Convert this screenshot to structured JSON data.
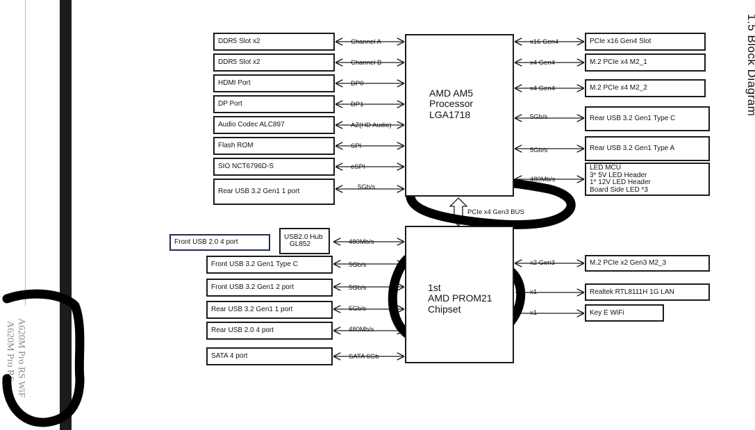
{
  "title": "1.5 Block Diagram",
  "model": {
    "line1": "A620M Pro RS WiF",
    "line2": "A620M Pro RS"
  },
  "cpu": {
    "name": "AMD AM5",
    "type": "Processor",
    "socket": "LGA1718"
  },
  "chipset": {
    "line1": "1st",
    "line2": "AMD PROM21",
    "line3": "Chipset"
  },
  "cpu_chipset_link": "PCIe x4 Gen3 BUS",
  "cpu_left": [
    {
      "device": "DDR5 Slot x2",
      "link": "Channel A"
    },
    {
      "device": "DDR5 Slot x2",
      "link": "Channel B"
    },
    {
      "device": "HDMI Port",
      "link": "DP0"
    },
    {
      "device": "DP Port",
      "link": "DP1"
    },
    {
      "device": "Audio Codec ALC897",
      "link": "AZ(HD Audio)"
    },
    {
      "device": "Flash ROM",
      "link": "SPI"
    },
    {
      "device": "SIO NCT6796D-S",
      "link": "eSPI"
    },
    {
      "device": "Rear USB 3.2 Gen1 1 port",
      "link": "5Gb/s"
    }
  ],
  "cpu_right": [
    {
      "device": "PCIe x16 Gen4 Slot",
      "link": "x16 Gen4"
    },
    {
      "device": "M.2 PCIe x4  M2_1",
      "link": "x4 Gen4"
    },
    {
      "device": "M.2 PCIe x4 M2_2",
      "link": "x4 Gen4"
    },
    {
      "device": "Rear USB 3.2 Gen1 Type C",
      "link": "5Gb/s"
    },
    {
      "device": "Rear USB 3.2 Gen1 Type A",
      "link": "5Gb/s"
    },
    {
      "device_lines": [
        "LED MCU",
        "3* 5V LED Header",
        "1* 12V LED Header",
        "Board Side LED *3"
      ],
      "link": "480Mb/s"
    }
  ],
  "hub": {
    "line1": "USB2.0 Hub",
    "line2": "GL852",
    "upstream": "Front USB 2.0 4 port"
  },
  "chipset_left": [
    {
      "device": "USB2.0 Hub GL852",
      "link": "480Mb/s"
    },
    {
      "device": "Front USB 3.2 Gen1 Type C",
      "link": "5Gb/s"
    },
    {
      "device": "Front USB 3.2 Gen1 2 port",
      "link": "5Gb/s"
    },
    {
      "device": "Rear USB 3.2 Gen1 1 port",
      "link": "5Gb/s"
    },
    {
      "device": "Rear USB 2.0 4 port",
      "link": "480Mb/s"
    },
    {
      "device": "SATA 4 port",
      "link": "SATA 6Gb"
    }
  ],
  "chipset_right": [
    {
      "device": "M.2 PCIe x2 Gen3 M2_3",
      "link": "x2 Gen3"
    },
    {
      "device": "Realtek RTL8111H 1G LAN",
      "link": "x1"
    },
    {
      "device": "Key E WiFi",
      "link": "x1"
    }
  ],
  "colors": {
    "line": "#1a1a1a",
    "marker": "#000000",
    "navy": "#1f2a55"
  }
}
